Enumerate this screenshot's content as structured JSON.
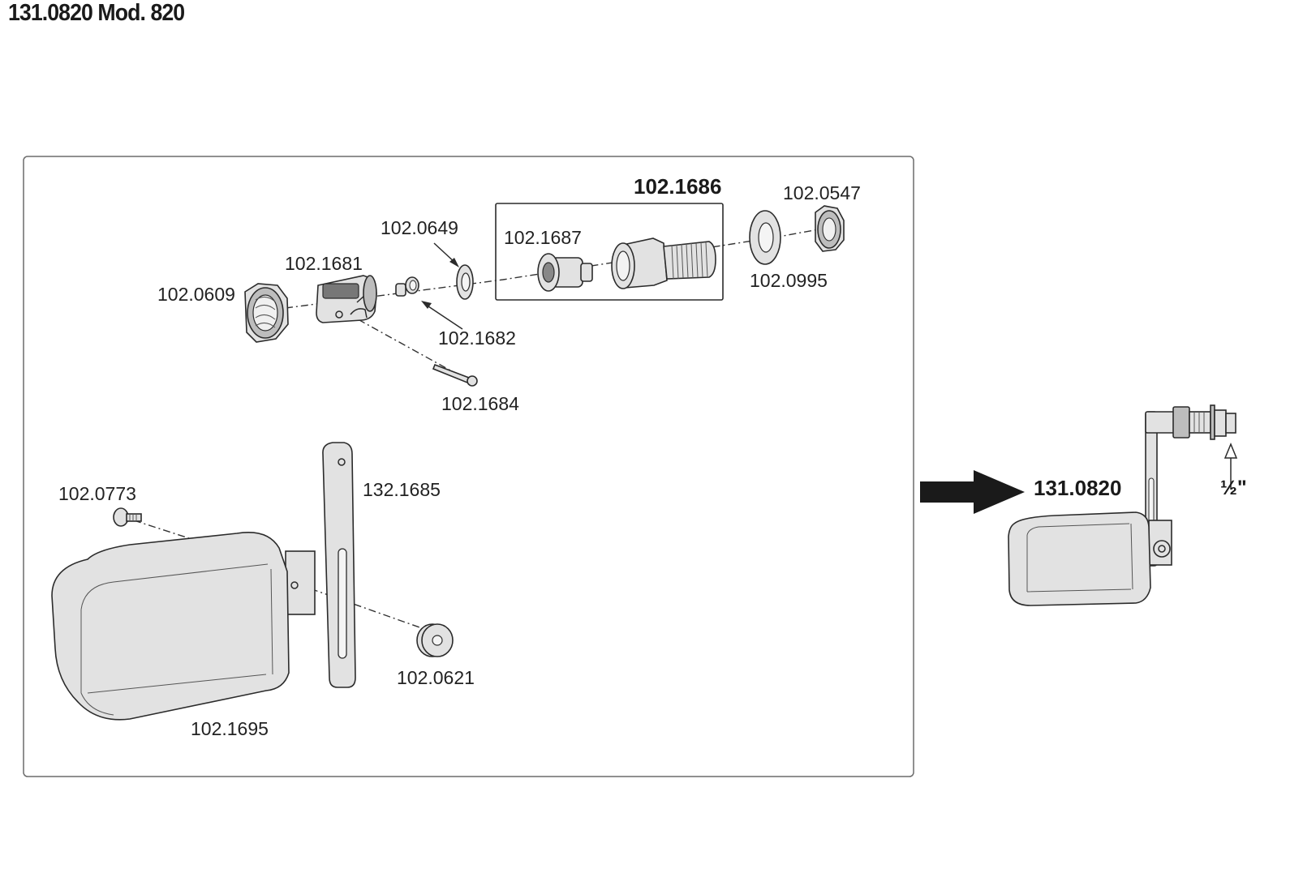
{
  "title": "131.0820 Mod. 820",
  "parts": {
    "p0609": "102.0609",
    "p1681": "102.1681",
    "p0649": "102.0649",
    "p1682": "102.1682",
    "p1684": "102.1684",
    "p1686": "102.1686",
    "p1687": "102.1687",
    "p0547": "102.0547",
    "p0995": "102.0995",
    "p0773": "102.0773",
    "p1685": "132.1685",
    "p0621": "102.0621",
    "p1695": "102.1695"
  },
  "assembly": {
    "code": "131.0820",
    "thread": "½\""
  }
}
